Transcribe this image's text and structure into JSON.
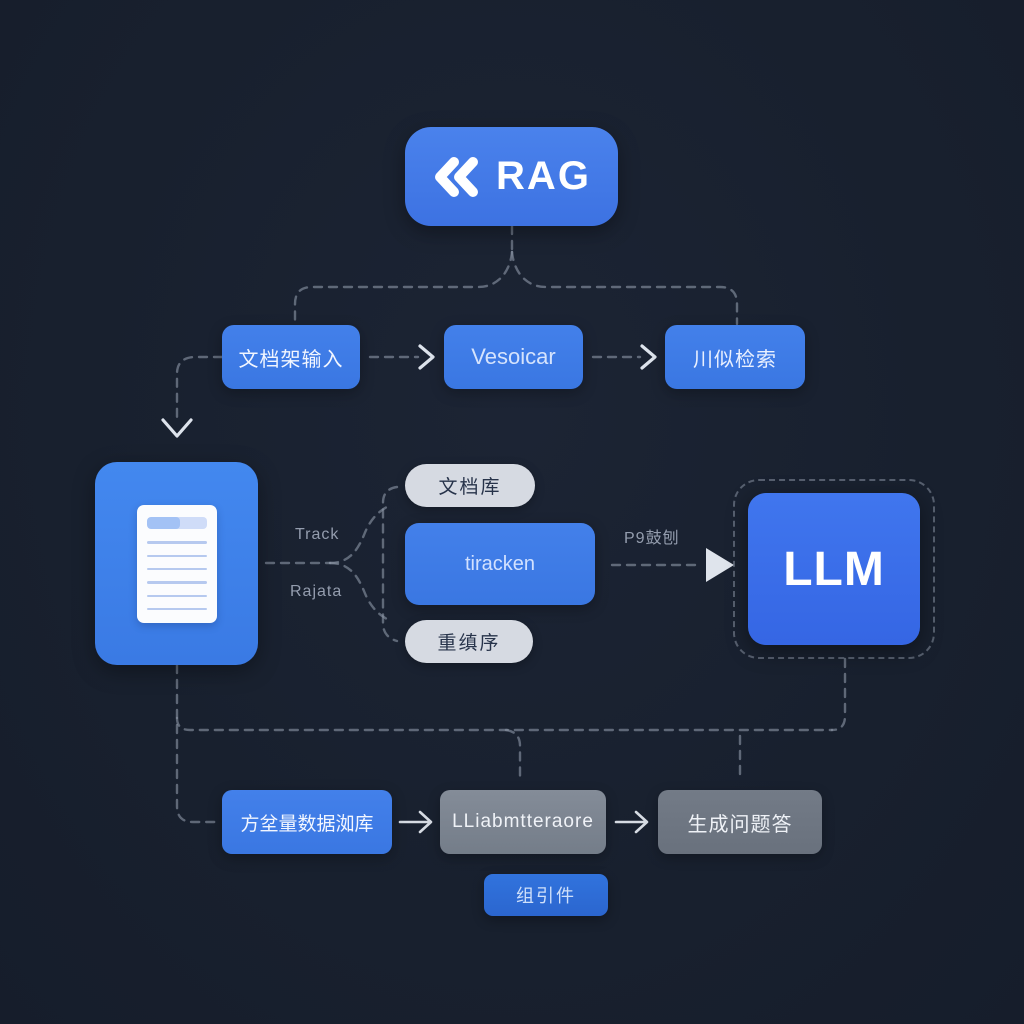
{
  "header": {
    "title": "RAG",
    "icon": "double-chevron-left"
  },
  "top_row": {
    "boxes": [
      {
        "label": "文档架输入"
      },
      {
        "label": "Vesoicar"
      },
      {
        "label": "川似检索"
      }
    ]
  },
  "middle": {
    "fork_labels": {
      "top": "Track",
      "bottom": "Rajata"
    },
    "pills": {
      "top": "文档库",
      "center": "tiracken",
      "bottom": "重缜序"
    },
    "llm_arrow_label": "P9鼓刨",
    "llm_label": "LLM"
  },
  "bottom_row": {
    "boxes": [
      {
        "label": "方坌量数据洳库"
      },
      {
        "label": "LLiabmtteraore"
      },
      {
        "label": "生成问题答"
      }
    ]
  },
  "footer": {
    "label": "组引件"
  },
  "colors": {
    "background": "#18202e",
    "primary_blue": "#3d7ce6",
    "llm_blue": "#3a6feb",
    "pill_gray": "#d6dae2",
    "box_gray_light": "#7b8490",
    "box_gray_dark": "#6d7581",
    "dash_gray": "#8a94a4",
    "text_light": "#f2f6ff",
    "text_dark": "#27334a"
  }
}
